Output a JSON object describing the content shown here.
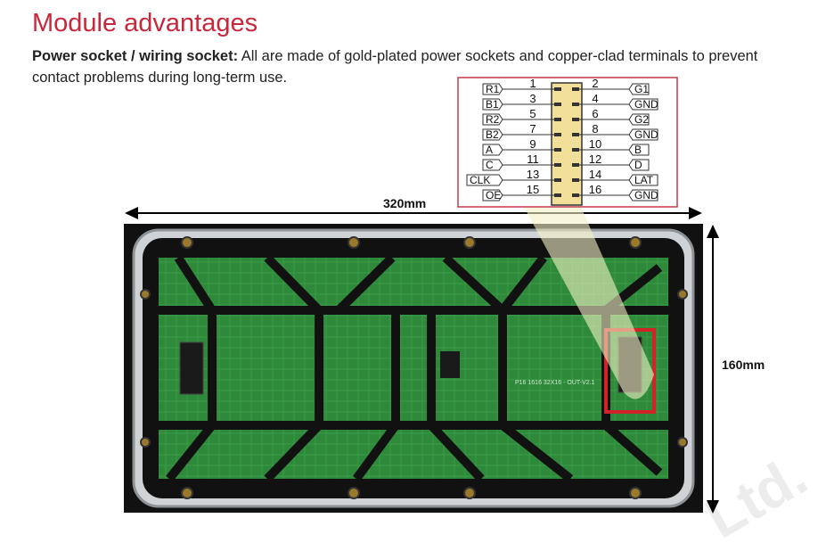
{
  "page": {
    "title": "Module advantages",
    "desc_bold": "Power socket / wiring socket:",
    "desc_text": " All are made of gold-plated power sockets and copper-clad terminals to prevent contact problems during long-term use.",
    "watermark": "Ltd."
  },
  "dimensions": {
    "width": "320mm",
    "height": "160mm"
  },
  "pinout": {
    "left": [
      {
        "pin": "1",
        "signal": "R1"
      },
      {
        "pin": "3",
        "signal": "B1"
      },
      {
        "pin": "5",
        "signal": "R2"
      },
      {
        "pin": "7",
        "signal": "B2"
      },
      {
        "pin": "9",
        "signal": "A"
      },
      {
        "pin": "11",
        "signal": "C"
      },
      {
        "pin": "13",
        "signal": "CLK"
      },
      {
        "pin": "15",
        "signal": "OE"
      }
    ],
    "right": [
      {
        "pin": "2",
        "signal": "G1"
      },
      {
        "pin": "4",
        "signal": "GND"
      },
      {
        "pin": "6",
        "signal": "G2"
      },
      {
        "pin": "8",
        "signal": "GND"
      },
      {
        "pin": "10",
        "signal": "B"
      },
      {
        "pin": "12",
        "signal": "D"
      },
      {
        "pin": "14",
        "signal": "LAT"
      },
      {
        "pin": "16",
        "signal": "GND"
      }
    ]
  },
  "colors": {
    "title": "#c8283c",
    "pcb": "#2e8a3a",
    "frame": "#111111",
    "highlight": "#d2232a",
    "connector": "#f2df9a"
  },
  "board_text": "P16 1616 32X16 - OUT-V2.1"
}
